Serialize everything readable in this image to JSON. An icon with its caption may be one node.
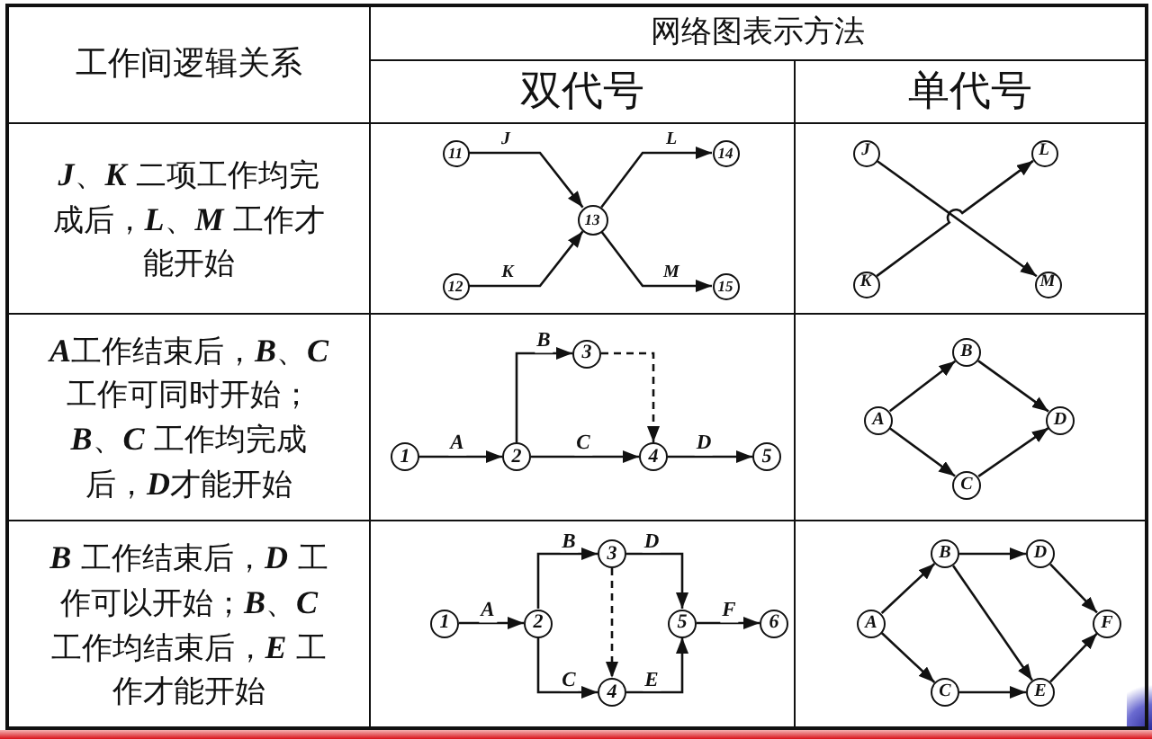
{
  "diagram": {
    "nodes": [
      {
        "text": [
          "11"
        ]
      },
      {
        "text": [
          "12"
        ]
      },
      {
        "text": [
          "13"
        ]
      },
      {
        "text": [
          "14"
        ]
      },
      {
        "text": [
          "15"
        ]
      },
      {
        "text": [
          "J"
        ]
      },
      {
        "text": [
          "K"
        ]
      },
      {
        "text": [
          "L"
        ]
      },
      {
        "text": [
          "M"
        ]
      },
      {
        "text": [
          "1"
        ]
      },
      {
        "text": [
          "2"
        ]
      },
      {
        "text": [
          "3"
        ]
      },
      {
        "text": [
          "4"
        ]
      },
      {
        "text": [
          "5"
        ]
      },
      {
        "text": [
          "A"
        ]
      },
      {
        "text": [
          "B"
        ]
      },
      {
        "text": [
          "C"
        ]
      },
      {
        "text": [
          "D"
        ]
      },
      {
        "text": [
          "1"
        ]
      },
      {
        "text": [
          "2"
        ]
      },
      {
        "text": [
          "3"
        ]
      },
      {
        "text": [
          "4"
        ]
      },
      {
        "text": [
          "5"
        ]
      },
      {
        "text": [
          "6"
        ]
      },
      {
        "text": [
          "A"
        ]
      },
      {
        "text": [
          "B"
        ]
      },
      {
        "text": [
          "C"
        ]
      },
      {
        "text": [
          "D"
        ]
      },
      {
        "text": [
          "E"
        ]
      },
      {
        "text": [
          "F"
        ]
      }
    ],
    "edges": [
      {
        "from": 0,
        "to": 2,
        "arrow": "to",
        "label": "J"
      },
      {
        "from": 1,
        "to": 2,
        "arrow": "to",
        "label": "K"
      },
      {
        "from": 2,
        "to": 3,
        "arrow": "to",
        "label": "L"
      },
      {
        "from": 2,
        "to": 4,
        "arrow": "to",
        "label": "M"
      },
      {
        "from": 5,
        "to": 8,
        "arrow": "to"
      },
      {
        "from": 6,
        "to": 7,
        "arrow": "to"
      },
      {
        "from": 9,
        "to": 10,
        "arrow": "to",
        "label": "A"
      },
      {
        "from": 10,
        "to": 11,
        "arrow": "to",
        "label": "B"
      },
      {
        "from": 11,
        "to": 12,
        "arrow": "to",
        "style": "dashed"
      },
      {
        "from": 10,
        "to": 12,
        "arrow": "to",
        "label": "C"
      },
      {
        "from": 12,
        "to": 13,
        "arrow": "to",
        "label": "D"
      },
      {
        "from": 14,
        "to": 15,
        "arrow": "to"
      },
      {
        "from": 14,
        "to": 16,
        "arrow": "to"
      },
      {
        "from": 15,
        "to": 17,
        "arrow": "to"
      },
      {
        "from": 16,
        "to": 17,
        "arrow": "to"
      },
      {
        "from": 18,
        "to": 19,
        "arrow": "to",
        "label": "A"
      },
      {
        "from": 19,
        "to": 20,
        "arrow": "to",
        "label": "B"
      },
      {
        "from": 19,
        "to": 21,
        "arrow": "to",
        "label": "C"
      },
      {
        "from": 20,
        "to": 21,
        "arrow": "to",
        "style": "dashed"
      },
      {
        "from": 20,
        "to": 22,
        "arrow": "to",
        "label": "D"
      },
      {
        "from": 21,
        "to": 22,
        "arrow": "to",
        "label": "E"
      },
      {
        "from": 22,
        "to": 23,
        "arrow": "to",
        "label": "F"
      },
      {
        "from": 24,
        "to": 25,
        "arrow": "to"
      },
      {
        "from": 24,
        "to": 26,
        "arrow": "to"
      },
      {
        "from": 25,
        "to": 27,
        "arrow": "to"
      },
      {
        "from": 25,
        "to": 28,
        "arrow": "to"
      },
      {
        "from": 26,
        "to": 28,
        "arrow": "to"
      },
      {
        "from": 27,
        "to": 29,
        "arrow": "to"
      },
      {
        "from": 28,
        "to": 29,
        "arrow": "to"
      }
    ],
    "labels": [
      "工作间逻辑关系",
      "网络图表示方法",
      "双代号",
      "单代号",
      "**J**、**K** 二项工作均完成后，**L**、**M** 工作才能开始",
      "**A**工作结束后，**B**、**C**工作可同时开始；**B**、**C** 工作均完成后，**D**才能开始",
      "**B** 工作结束后，**D** 工作可以开始；**B**、**C**工作均结束后，**E** 工作才能开始"
    ]
  }
}
